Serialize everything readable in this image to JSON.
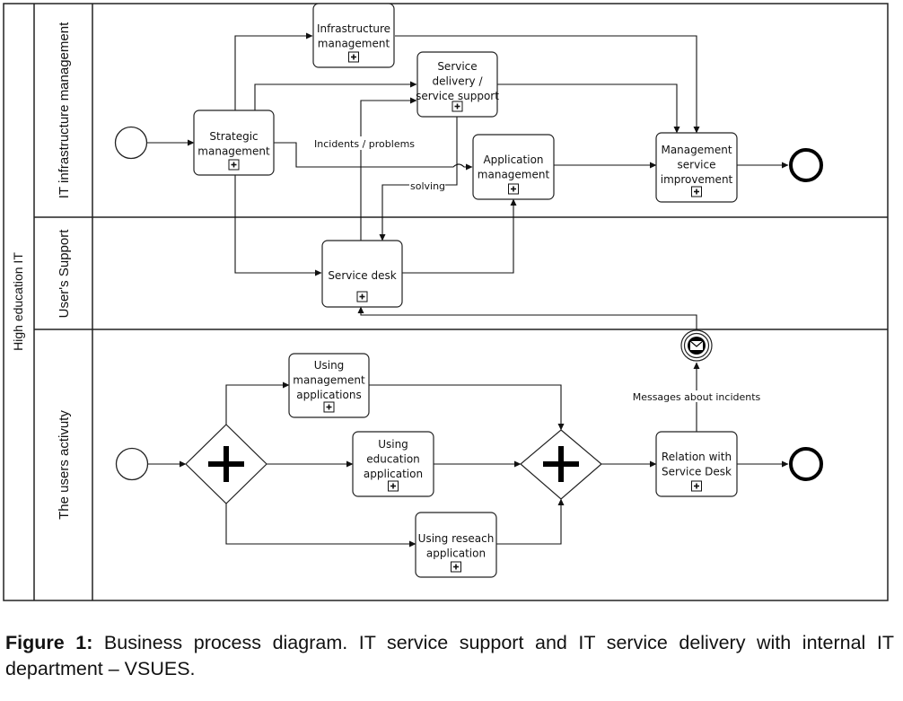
{
  "pool": {
    "label": "High education IT"
  },
  "lanes": {
    "it_infra": "IT infrastructure management",
    "users_support": "User's Support",
    "users_activity": "The users activuty"
  },
  "tasks": {
    "strategic": [
      "Strategic",
      "management"
    ],
    "infrastructure": [
      "Infrastructure",
      "management"
    ],
    "service_delivery": [
      "Service",
      "delivery /",
      "service support"
    ],
    "application": [
      "Application",
      "management"
    ],
    "mgmt_improvement": [
      "Management",
      "service",
      "improvement"
    ],
    "service_desk": [
      "Service desk"
    ],
    "using_management": [
      "Using",
      "management",
      "applications"
    ],
    "using_education": [
      "Using",
      "education",
      "application"
    ],
    "using_research": [
      "Using reseach",
      "application"
    ],
    "relation_desk": [
      "Relation with",
      "Service Desk"
    ]
  },
  "flow_labels": {
    "incidents": "Incidents / problems",
    "solving": "solving",
    "messages": "Messages about incidents"
  },
  "caption": {
    "label": "Figure 1:",
    "text": " Business process diagram. IT service support and IT service delivery with internal IT department – VSUES."
  }
}
